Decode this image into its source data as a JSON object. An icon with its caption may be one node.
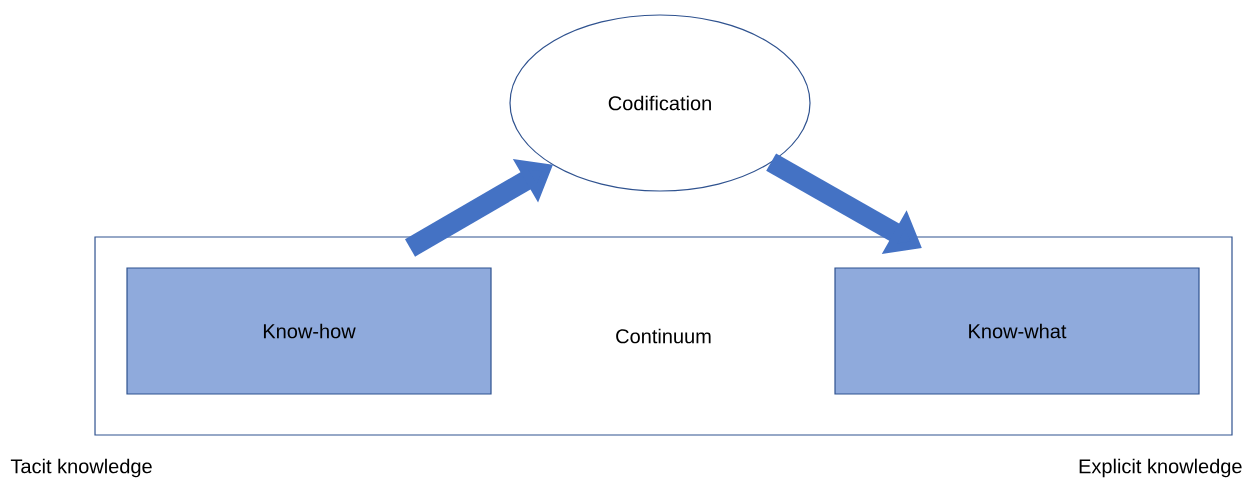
{
  "diagram": {
    "nodes": [
      {
        "text": [
          "Continuum"
        ]
      },
      {
        "text": [
          "Know-how"
        ],
        "in": 0
      },
      {
        "text": [
          "Know-what"
        ],
        "in": 0
      },
      {
        "text": [
          "Codification"
        ]
      }
    ],
    "edges": [
      {
        "from": 1,
        "to": 3,
        "arrow": "to"
      },
      {
        "from": 3,
        "to": 2,
        "arrow": "to"
      }
    ],
    "labels": [
      "Tacit knowledge",
      "Explicit knowledge"
    ]
  }
}
